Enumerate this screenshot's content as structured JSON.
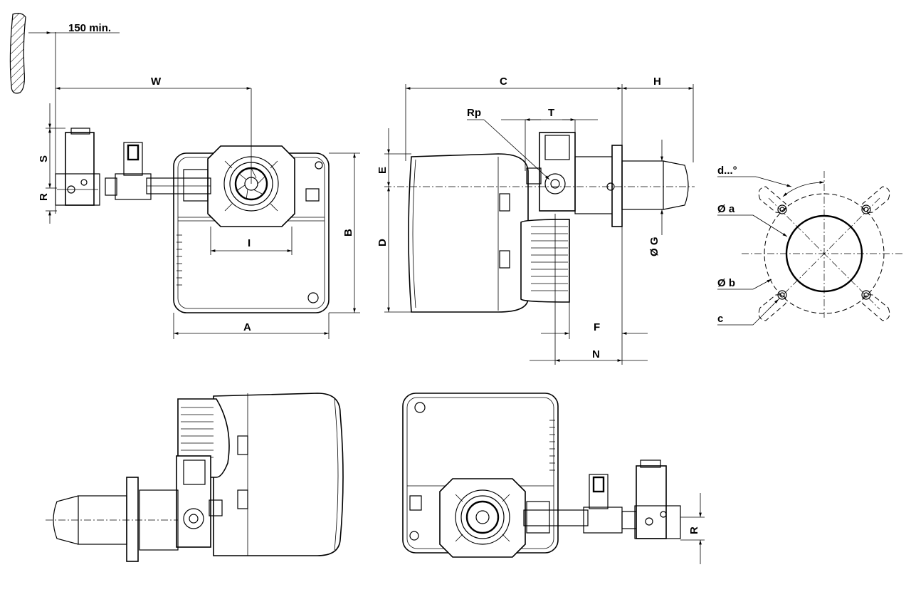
{
  "labels": {
    "clearance": "150 min.",
    "W": "W",
    "S": "S",
    "R_top": "R",
    "I": "I",
    "A": "A",
    "B": "B",
    "C": "C",
    "H": "H",
    "Rp": "Rp",
    "T": "T",
    "E": "E",
    "D": "D",
    "F": "F",
    "N": "N",
    "G": "Ø G",
    "d": "d...°",
    "a": "Ø a",
    "b": "Ø b",
    "c": "c",
    "R_bottom": "R"
  }
}
